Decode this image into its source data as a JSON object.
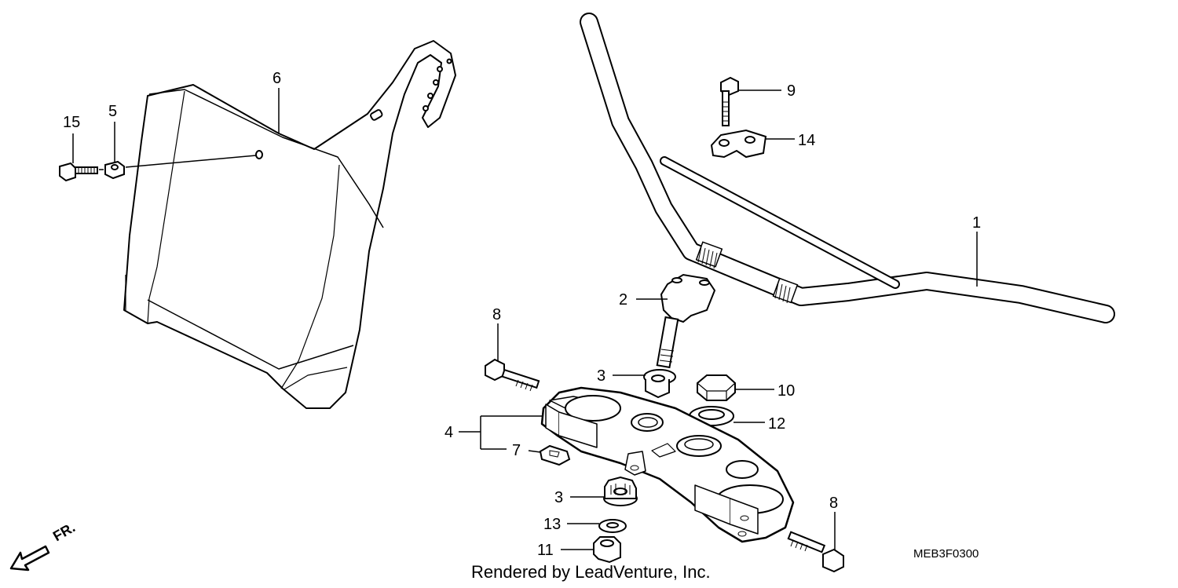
{
  "diagram": {
    "callouts": {
      "p1": "1",
      "p2": "2",
      "p3a": "3",
      "p3b": "3",
      "p4": "4",
      "p5": "5",
      "p6": "6",
      "p7": "7",
      "p8a": "8",
      "p8b": "8",
      "p9": "9",
      "p10": "10",
      "p11": "11",
      "p12": "12",
      "p13": "13",
      "p14": "14",
      "p15": "15"
    },
    "direction_label": "FR.",
    "diagram_code": "MEB3F0300",
    "footer": "Rendered by LeadVenture, Inc."
  }
}
